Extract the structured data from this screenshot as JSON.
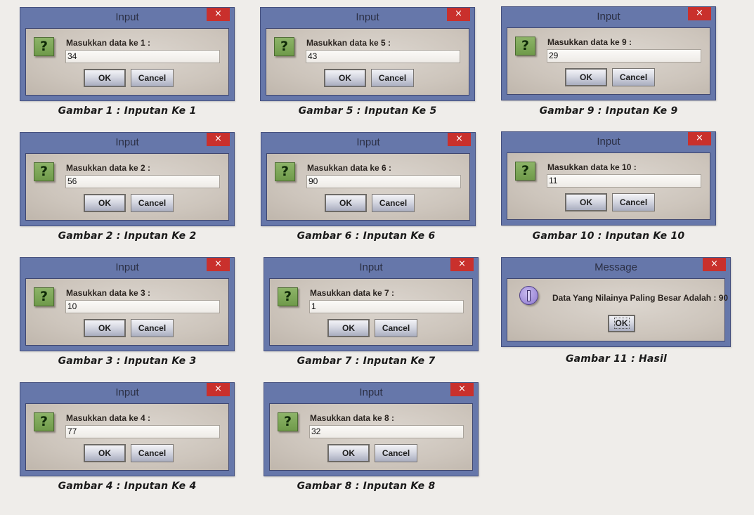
{
  "dialogs": [
    {
      "id": 1,
      "title": "Input",
      "prompt": "Masukkan data ke 1 :",
      "value": "34",
      "ok": "OK",
      "cancel": "Cancel",
      "caption": "Gambar 1 : Inputan Ke 1"
    },
    {
      "id": 2,
      "title": "Input",
      "prompt": "Masukkan data ke 2 :",
      "value": "56",
      "ok": "OK",
      "cancel": "Cancel",
      "caption": "Gambar 2 : Inputan Ke 2"
    },
    {
      "id": 3,
      "title": "Input",
      "prompt": "Masukkan data ke 3 :",
      "value": "10",
      "ok": "OK",
      "cancel": "Cancel",
      "caption": "Gambar 3 : Inputan Ke 3"
    },
    {
      "id": 4,
      "title": "Input",
      "prompt": "Masukkan data ke 4 :",
      "value": "77",
      "ok": "OK",
      "cancel": "Cancel",
      "caption": "Gambar 4 : Inputan Ke 4"
    },
    {
      "id": 5,
      "title": "Input",
      "prompt": "Masukkan data ke 5 :",
      "value": "43",
      "ok": "OK",
      "cancel": "Cancel",
      "caption": "Gambar 5 : Inputan Ke 5"
    },
    {
      "id": 6,
      "title": "Input",
      "prompt": "Masukkan data ke 6 :",
      "value": "90",
      "ok": "OK",
      "cancel": "Cancel",
      "caption": "Gambar 6 : Inputan Ke 6"
    },
    {
      "id": 7,
      "title": "Input",
      "prompt": "Masukkan data ke 7 :",
      "value": "1",
      "ok": "OK",
      "cancel": "Cancel",
      "caption": "Gambar 7 : Inputan Ke 7"
    },
    {
      "id": 8,
      "title": "Input",
      "prompt": "Masukkan data ke 8 :",
      "value": "32",
      "ok": "OK",
      "cancel": "Cancel",
      "caption": "Gambar 8 : Inputan Ke 8"
    },
    {
      "id": 9,
      "title": "Input",
      "prompt": "Masukkan data ke 9 :",
      "value": "29",
      "ok": "OK",
      "cancel": "Cancel",
      "caption": "Gambar 9 : Inputan Ke 9"
    },
    {
      "id": 10,
      "title": "Input",
      "prompt": "Masukkan data ke 10 :",
      "value": "11",
      "ok": "OK",
      "cancel": "Cancel",
      "caption": "Gambar 10 : Inputan Ke 10"
    }
  ],
  "message": {
    "title": "Message",
    "text": "Data Yang Nilainya Paling Besar Adalah : 90",
    "ok": "OK",
    "caption": "Gambar 11 : Hasil"
  },
  "icons": {
    "close": "×",
    "question": "?"
  },
  "colors": {
    "window_frame": "#6677aa",
    "close_button": "#c9302c",
    "question_icon": "#7ea65a",
    "info_icon": "#a894e0",
    "page_background": "#efedea"
  }
}
